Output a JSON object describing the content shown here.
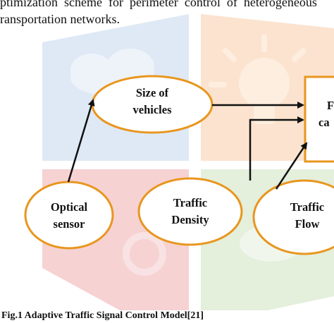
{
  "header": {
    "line1": "ptimization  scheme  for  perimeter  control  of  heterogeneous",
    "line2": "ransportation networks."
  },
  "nodes": {
    "size_of_vehicles": {
      "line1": "Size of",
      "line2": "vehicles"
    },
    "optical_sensor": {
      "line1": "Optical",
      "line2": "sensor"
    },
    "traffic_density": {
      "line1": "Traffic",
      "line2": "Density"
    },
    "traffic_flow": {
      "line1": "Traffic",
      "line2": "Flow"
    },
    "controller_box": {
      "line1": "F",
      "line2": "ca"
    }
  },
  "caption": "Fig.1 Adaptive Traffic Signal Control Model[21]",
  "colors": {
    "node_border": "#e8961e",
    "arrow": "#111111",
    "bg_blue": "#dfe9f5",
    "bg_orange": "#fbe3cf",
    "bg_red": "#f6d2d3",
    "bg_green": "#e4efdc"
  }
}
